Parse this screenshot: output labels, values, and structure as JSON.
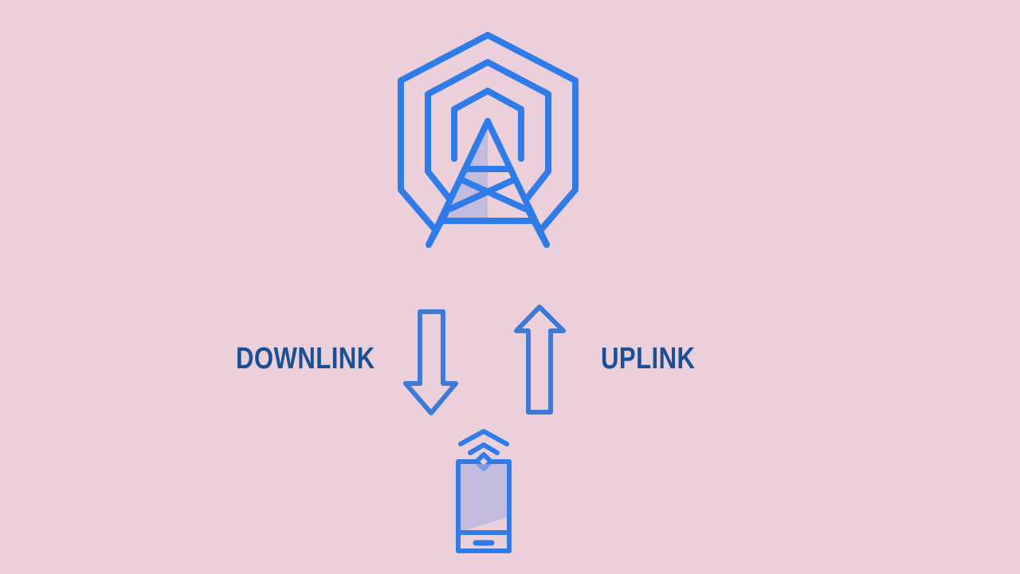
{
  "scene": {
    "title": "Cellular Uplink and Downlink Diagram",
    "background_color": "#ebd0dc",
    "stroke_color": "#2f7ce8",
    "shade_color": "#a8aede",
    "label_color": "#1a5093"
  },
  "labels": {
    "downlink": "DOWNLINK",
    "uplink": "UPLINK"
  },
  "icons": {
    "tower": "cell-tower-icon",
    "tower_waves": "signal-waves-icon",
    "down_arrow": "arrow-down-icon",
    "up_arrow": "arrow-up-icon",
    "phone": "smartphone-icon",
    "phone_wifi": "wifi-signal-icon"
  },
  "diagram": {
    "direction_down": "downlink",
    "direction_up": "uplink",
    "endpoint_top": "cell tower",
    "endpoint_bottom": "smartphone"
  }
}
